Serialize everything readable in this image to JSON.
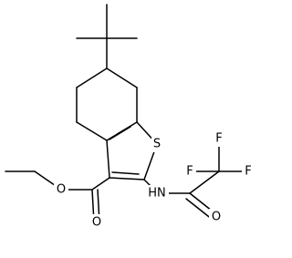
{
  "atoms": {
    "S": "S",
    "N": "HN",
    "O_ring": "O",
    "O_carbonyl": "O",
    "O_amide": "O",
    "F1": "F",
    "F2": "F",
    "F3": "F"
  }
}
